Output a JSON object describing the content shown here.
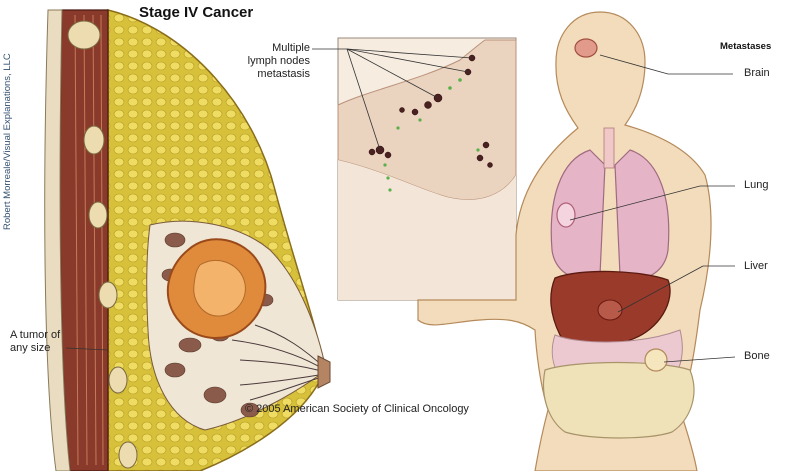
{
  "title": "Stage IV Cancer",
  "credit": "Robert Morreale/Visual Explanations, LLC",
  "lymph_label": [
    "Multiple",
    "lymph nodes",
    "metastasis"
  ],
  "tumor_label": [
    "A tumor of",
    "any size"
  ],
  "metastases_header": "Metastases",
  "organs": {
    "brain": "Brain",
    "lung": "Lung",
    "liver": "Liver",
    "bone": "Bone"
  },
  "copyright": "© 2005 American Society of Clinical Oncology"
}
